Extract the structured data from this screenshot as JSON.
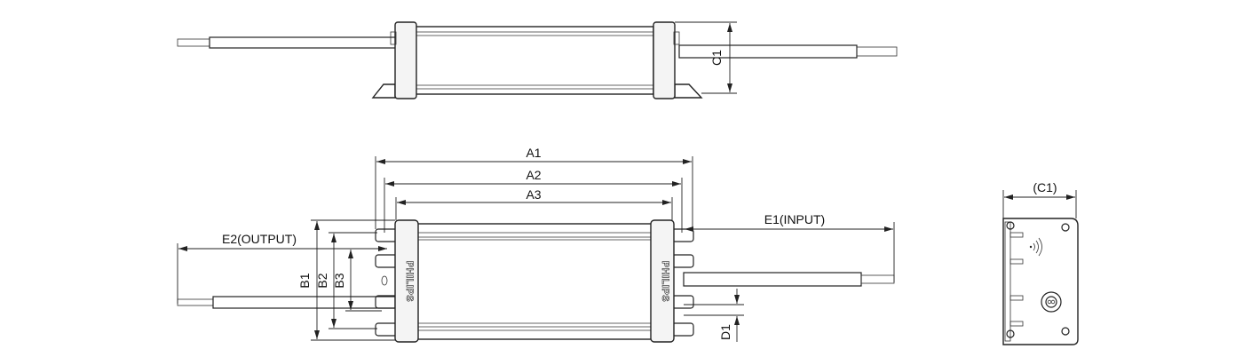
{
  "diagram": {
    "top_view": {
      "dim_label": "C1"
    },
    "front_view": {
      "dims": {
        "a1": "A1",
        "a2": "A2",
        "a3": "A3",
        "b1": "B1",
        "b2": "B2",
        "b3": "B3",
        "d1": "D1",
        "e1": "E1(INPUT)",
        "e2": "E2(OUTPUT)"
      },
      "brand": "PHILIPS"
    },
    "side_view": {
      "dim_label": "(C1)"
    }
  }
}
